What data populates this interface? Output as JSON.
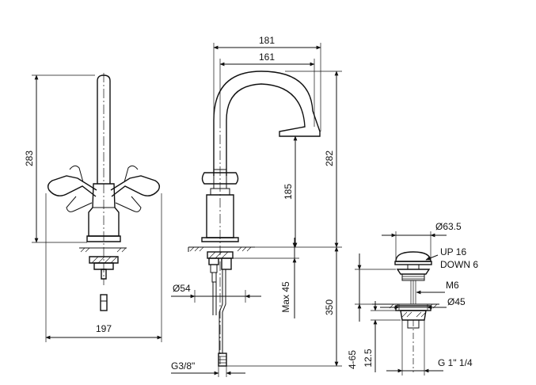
{
  "dimensions": {
    "total_height": "283",
    "base_width": "197",
    "spout_reach_outer": "181",
    "spout_reach_inner": "161",
    "total_height_side": "282",
    "spout_height": "185",
    "max_deck_thickness": "Max 45",
    "supply_length": "350",
    "base_diameter": "Ø54",
    "supply_thread": "G3/8\"",
    "waste_cap_diameter": "Ø63.5",
    "waste_travel_up": "UP 16",
    "waste_travel_down": "DOWN 6",
    "waste_rod_thread": "M6",
    "waste_flange_diameter": "Ø45",
    "waste_thread": "G 1\" 1/4",
    "waste_body_height": "12.5",
    "waste_range": "4-65"
  }
}
